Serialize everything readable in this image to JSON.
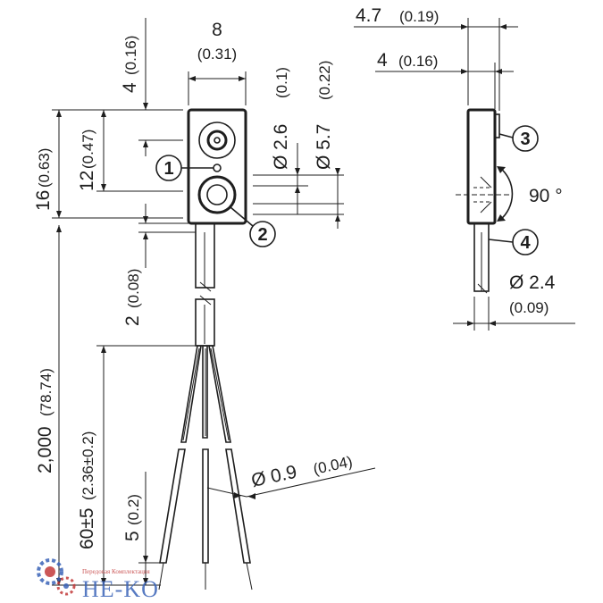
{
  "dimensions": {
    "width": "8",
    "width_in": "(0.31)",
    "top_offset": "4",
    "top_offset_in": "(0.16)",
    "height": "16",
    "height_in": "(0.63)",
    "pitch": "12",
    "pitch_in": "(0.47)",
    "dia_small": "Ø 2.6",
    "dia_small_in": "(0.1)",
    "dia_large": "Ø 5.7",
    "dia_large_in": "(0.22)",
    "cable_offset": "2",
    "cable_offset_in": "(0.08)",
    "cable_length": "2,000",
    "cable_length_in": "(78.74)",
    "strip_length": "60±5",
    "strip_length_in": "(2.36±0.2)",
    "wire_end": "5",
    "wire_end_in": "(0.2)",
    "wire_dia": "Ø 0.9",
    "wire_dia_in": "(0.04)",
    "side_depth": "4.7",
    "side_depth_in": "(0.19)",
    "side_body": "4",
    "side_body_in": "(0.16)",
    "angle": "90 °",
    "cable_dia": "Ø 2.4",
    "cable_dia_in": "(0.09)"
  },
  "callouts": [
    "1",
    "2",
    "3",
    "4"
  ],
  "watermark": {
    "text": "HE-KO",
    "subtext": "Передовая Комплектация"
  },
  "colors": {
    "line": "#1e1e1e",
    "watermark_blue": "#3a63b8",
    "watermark_red": "#c23a3a"
  }
}
